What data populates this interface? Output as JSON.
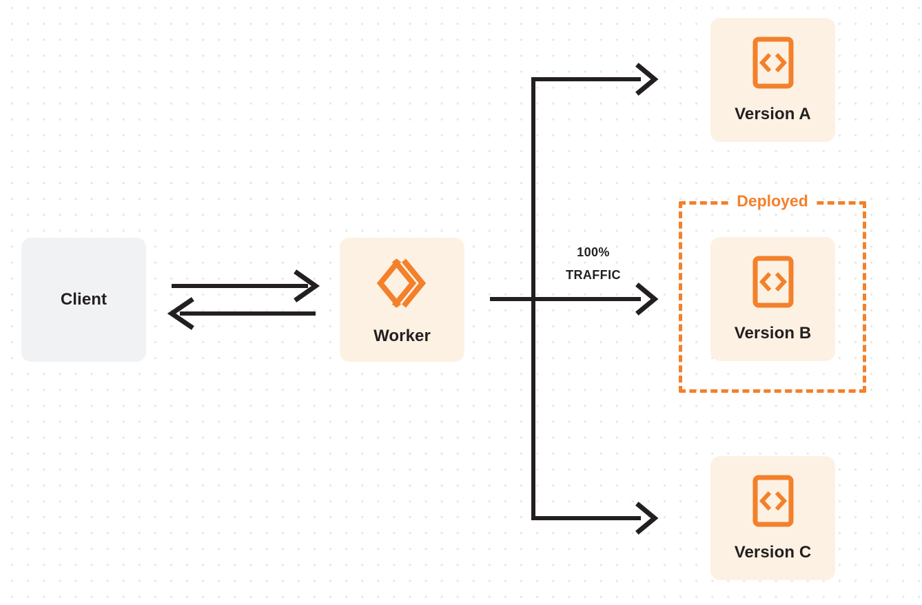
{
  "diagram": {
    "title": "Worker gradual deployment traffic routing diagram",
    "colors": {
      "accent_orange": "#f3802b",
      "card_background": "#fdf1e3",
      "client_background": "#f1f2f3",
      "line_dark": "#231f20",
      "canvas_background": "#ffffff",
      "dot_grid": "#e7e7e9"
    }
  },
  "nodes": {
    "client": {
      "label": "Client"
    },
    "worker": {
      "label": "Worker",
      "icon": "cloudflare-workers-logo-icon"
    },
    "versions": [
      {
        "id": "a",
        "label": "Version A",
        "icon": "code-brackets-icon"
      },
      {
        "id": "b",
        "label": "Version B",
        "icon": "code-brackets-icon"
      },
      {
        "id": "c",
        "label": "Version C",
        "icon": "code-brackets-icon"
      }
    ]
  },
  "groups": {
    "deployed": {
      "label": "Deployed",
      "contains": "Version B"
    }
  },
  "edges": {
    "traffic": {
      "percent_line": "100%",
      "traffic_line": "TRAFFIC",
      "target": "Version B"
    },
    "client_request_arrow": "request",
    "client_response_arrow": "response"
  }
}
